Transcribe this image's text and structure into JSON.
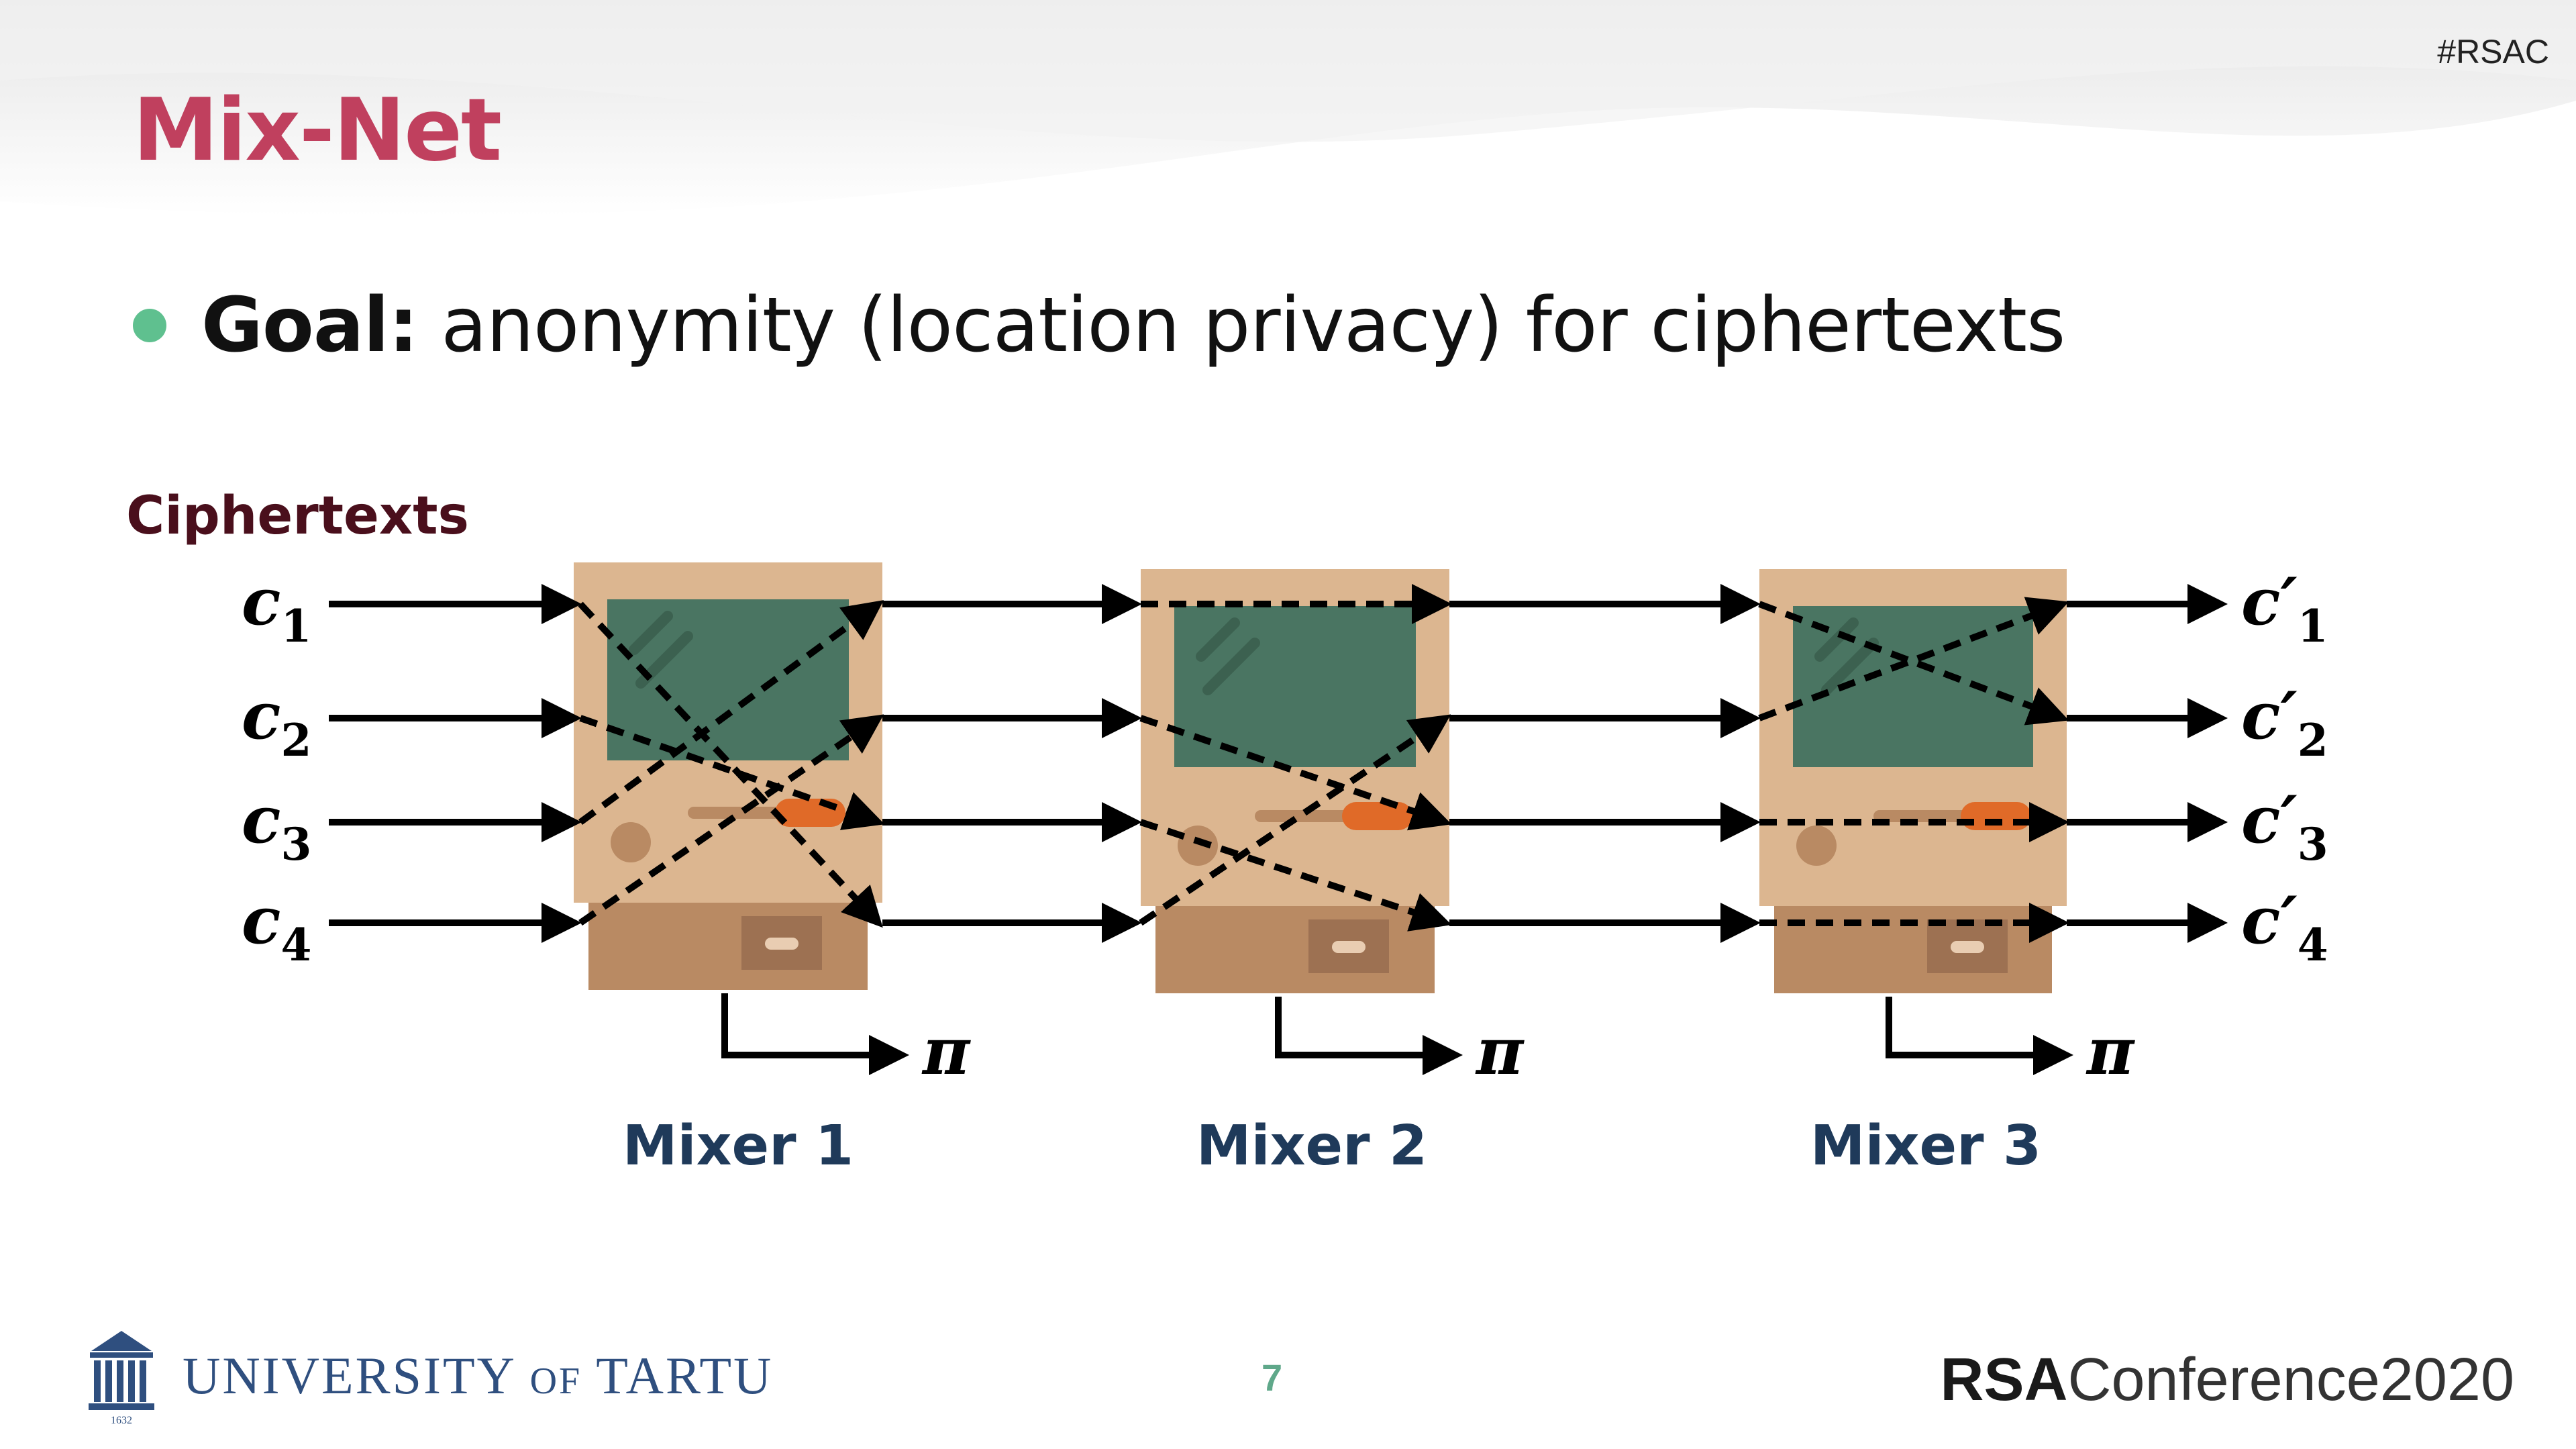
{
  "header": {
    "hashtag": "#RSAC",
    "title": "Mix-Net"
  },
  "bullet": {
    "label": "Goal:",
    "text": " anonymity (location privacy) for ciphertexts"
  },
  "diagram": {
    "section_label": "Ciphertexts",
    "inputs": [
      {
        "base": "c",
        "sub": "1"
      },
      {
        "base": "c",
        "sub": "2"
      },
      {
        "base": "c",
        "sub": "3"
      },
      {
        "base": "c",
        "sub": "4"
      }
    ],
    "outputs": [
      {
        "base": "c′",
        "sub": "1"
      },
      {
        "base": "c′",
        "sub": "2"
      },
      {
        "base": "c′",
        "sub": "3"
      },
      {
        "base": "c′",
        "sub": "4"
      }
    ],
    "mixers": [
      {
        "label": "Mixer 1",
        "proof": "π",
        "permutation": [
          4,
          3,
          1,
          2
        ]
      },
      {
        "label": "Mixer 2",
        "proof": "π",
        "permutation": [
          1,
          3,
          4,
          2
        ]
      },
      {
        "label": "Mixer 3",
        "proof": "π",
        "permutation": [
          2,
          1,
          3,
          4
        ]
      }
    ],
    "colors": {
      "computer_body": "#dcb690",
      "computer_base": "#b98a63",
      "screen": "#4a7562",
      "button": "#e06a28",
      "label": "#1f3a5a",
      "section_label": "#4a0f1c"
    }
  },
  "footer": {
    "university_part1": "UNIVERSITY ",
    "university_of": "OF",
    "university_part2": " TARTU",
    "logo_year": "1632",
    "page_number": "7",
    "brand_bold": "RSA",
    "brand_light": "Conference2020"
  }
}
